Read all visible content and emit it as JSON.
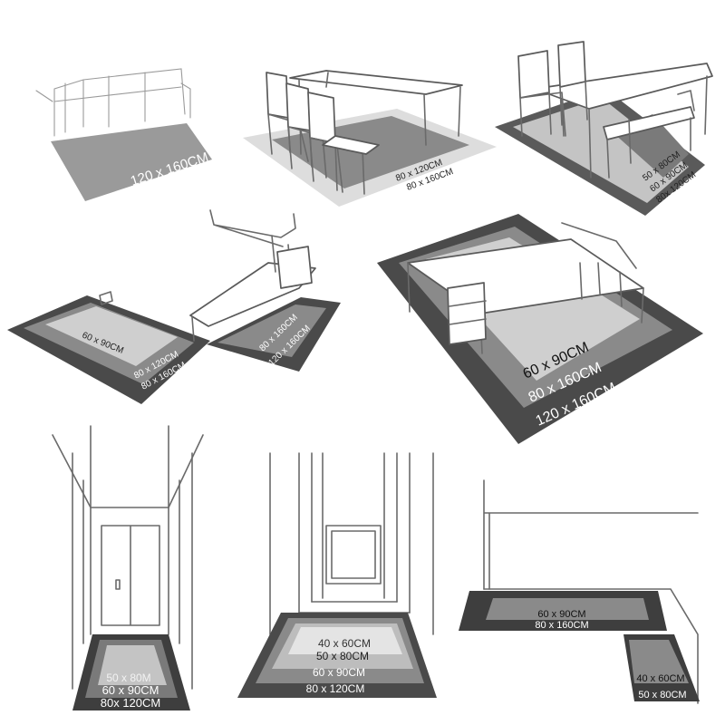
{
  "scenes": [
    {
      "id": "sofa",
      "labels": [
        "120 x 160CM"
      ]
    },
    {
      "id": "dining",
      "labels": [
        "80 x 120CM",
        "80 x 160CM"
      ]
    },
    {
      "id": "dining-bench",
      "labels": [
        "50 x 80CM",
        "60 x 90CM",
        "80x 120CM"
      ]
    },
    {
      "id": "bed",
      "labels": [
        "60 x 90CM",
        "80 x 120CM",
        "80 x 160CM",
        "80 x 160CM",
        "120 x 160CM"
      ]
    },
    {
      "id": "desk",
      "labels": [
        "60 x 90CM",
        "80 x 160CM",
        "120 x 160CM"
      ]
    },
    {
      "id": "hallway",
      "labels": [
        "50 x 80M",
        "60 x 90CM",
        "80x 120CM"
      ]
    },
    {
      "id": "entrance",
      "labels": [
        "40 x 60CM",
        "50 x 80CM",
        "60 x 90CM",
        "80 x 120CM"
      ]
    },
    {
      "id": "kitchen",
      "labels": [
        "60 x 90CM",
        "80 x 160CM",
        "40 x 60CM",
        "50 x 80CM"
      ]
    }
  ],
  "colors": {
    "rug_outer": "#4a4a4a",
    "rug_mid": "#8a8a8a",
    "rug_light": "#bdbdbd",
    "rug_inner": "#dcdcdc",
    "sketch_line": "#6a6a6a"
  }
}
